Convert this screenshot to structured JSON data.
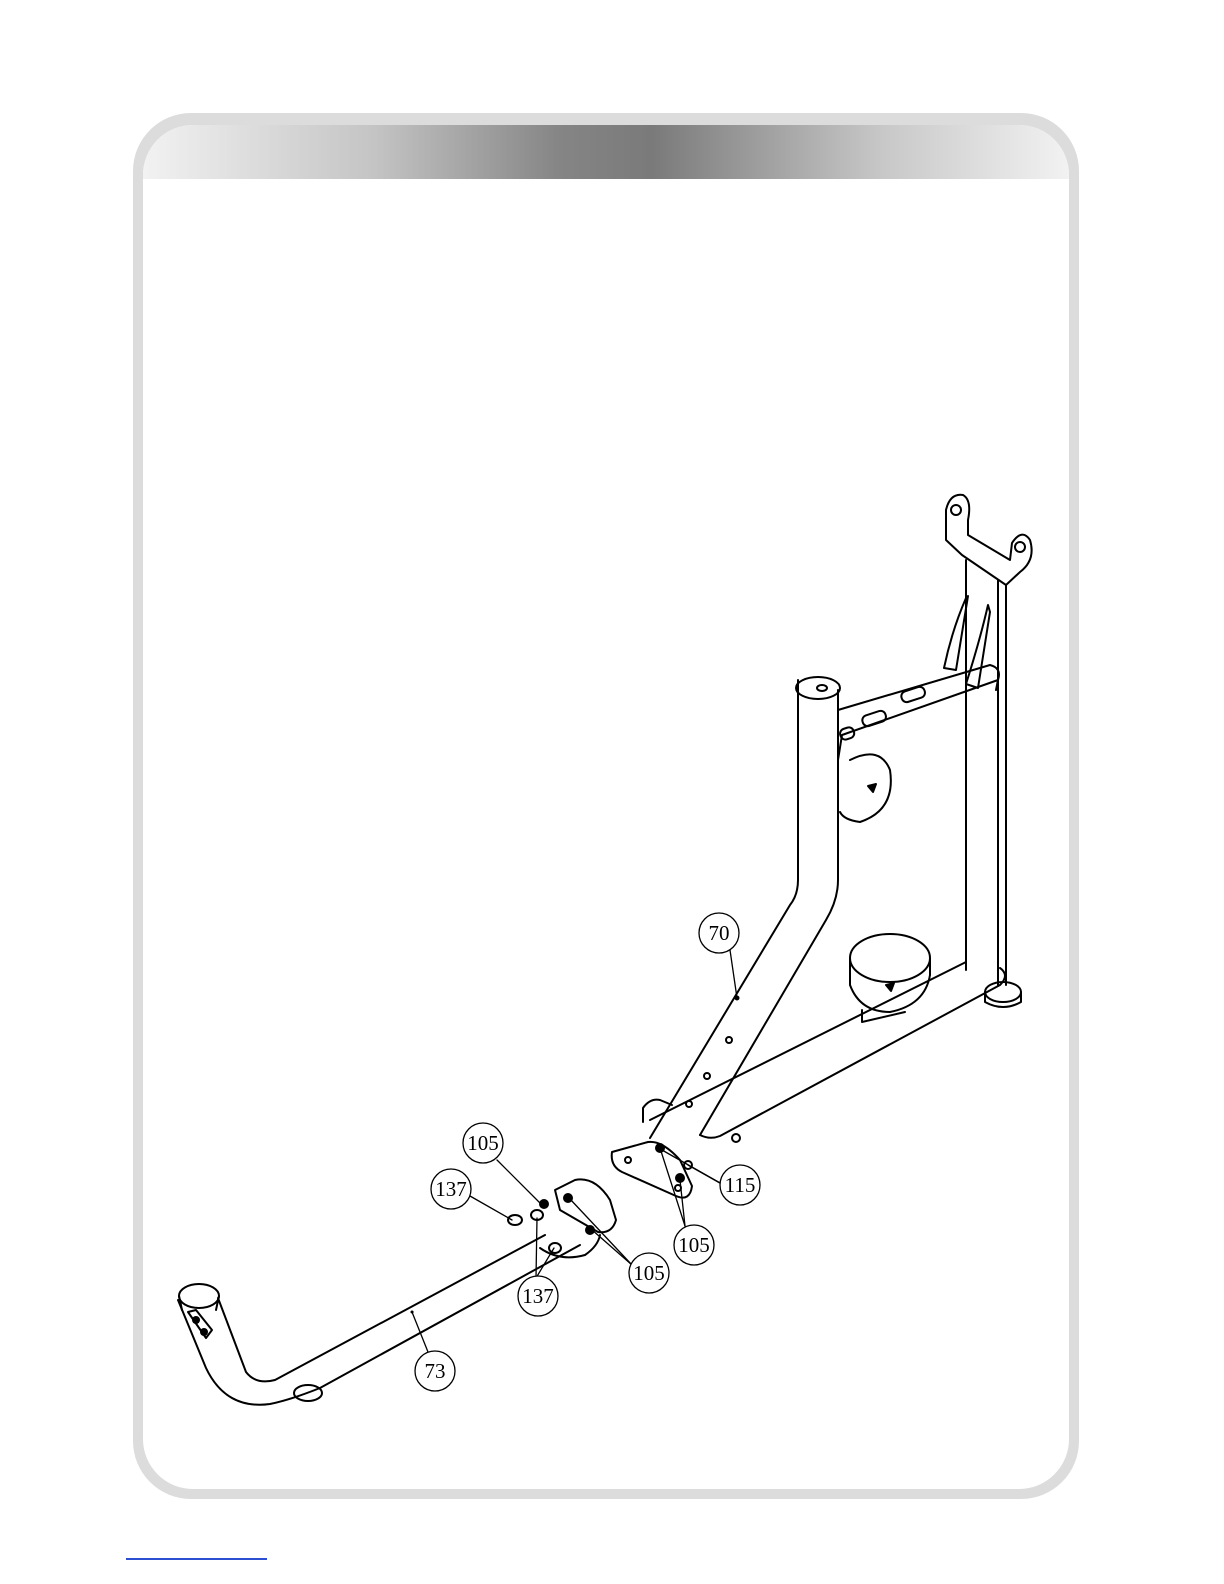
{
  "callouts": {
    "c105a": "105",
    "c137a": "137",
    "c137b": "137",
    "c105b": "105",
    "c70": "70",
    "c115": "115",
    "c105c": "105",
    "c73": "73"
  },
  "colors": {
    "line": "#000000",
    "frame": "#dcdcdc",
    "footer_rule": "#2b4fd0"
  }
}
